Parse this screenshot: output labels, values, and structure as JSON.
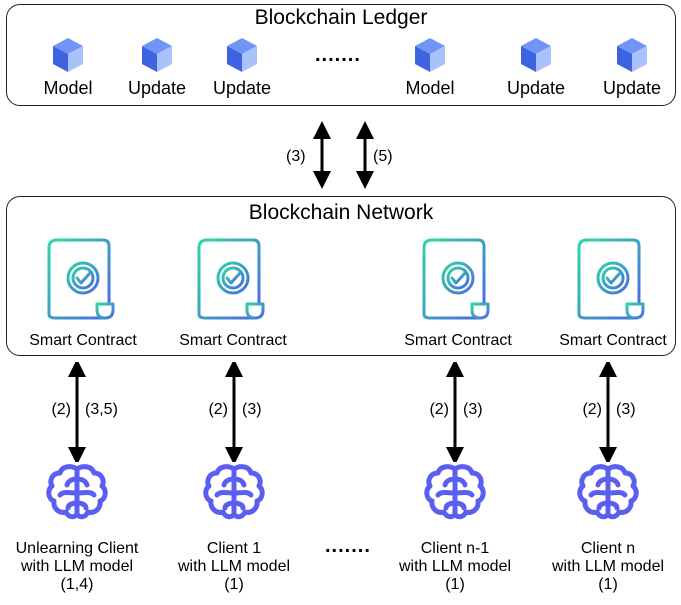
{
  "ledger": {
    "title": "Blockchain Ledger",
    "items": [
      {
        "label": "Model",
        "icon": "cube-icon"
      },
      {
        "label": "Update",
        "icon": "cube-icon"
      },
      {
        "label": "Update",
        "icon": "cube-icon"
      },
      {
        "label": "Model",
        "icon": "cube-icon"
      },
      {
        "label": "Update",
        "icon": "cube-icon"
      },
      {
        "label": "Update",
        "icon": "cube-icon"
      }
    ],
    "ellipsis": "......."
  },
  "ledger_links": [
    {
      "label": "(3)"
    },
    {
      "label": "(5)"
    }
  ],
  "network": {
    "title": "Blockchain Network",
    "contracts": [
      {
        "label": "Smart Contract",
        "icon": "smart-contract-icon"
      },
      {
        "label": "Smart Contract",
        "icon": "smart-contract-icon"
      },
      {
        "label": "Smart Contract",
        "icon": "smart-contract-icon"
      },
      {
        "label": "Smart Contract",
        "icon": "smart-contract-icon"
      }
    ]
  },
  "clients": [
    {
      "left_step": "(2)",
      "right_step": "(3,5)",
      "line1": "Unlearning Client",
      "line2": "with LLM model",
      "line3": "(1,4)",
      "icon": "brain-icon"
    },
    {
      "left_step": "(2)",
      "right_step": "(3)",
      "line1": "Client 1",
      "line2": "with LLM model",
      "line3": "(1)",
      "icon": "brain-icon"
    },
    {
      "left_step": "(2)",
      "right_step": "(3)",
      "line1": "Client n-1",
      "line2": "with LLM model",
      "line3": "(1)",
      "icon": "brain-icon"
    },
    {
      "left_step": "(2)",
      "right_step": "(3)",
      "line1": "Client n",
      "line2": "with LLM model",
      "line3": "(1)",
      "icon": "brain-icon"
    }
  ],
  "clients_ellipsis": ".......",
  "colors": {
    "cube_top": "#6f96f5",
    "cube_left": "#3d63e0",
    "cube_right": "#a9c2fb",
    "contract_gradient_start": "#2fd4a6",
    "contract_gradient_end": "#4a6de0",
    "brain": "#5a5ff0"
  }
}
